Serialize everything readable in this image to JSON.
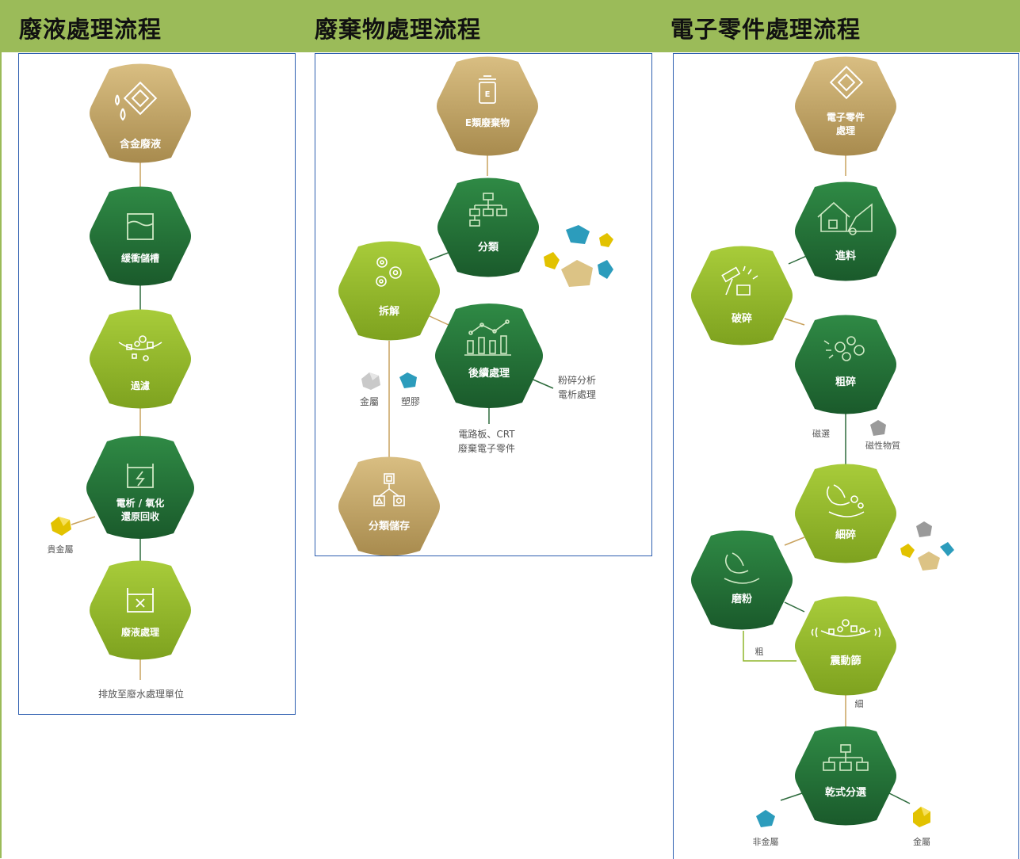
{
  "headers": [
    "廢液處理流程",
    "廢棄物處理流程",
    "電子零件處理流程"
  ],
  "liquid": {
    "nodes": [
      "含金廢液",
      "緩衝儲槽",
      "過濾",
      "電析 / 氧化",
      "還原回收",
      "廢液處理"
    ],
    "precious_metal": "貴金屬",
    "discharge": "排放至廢水處理單位"
  },
  "waste": {
    "nodes": [
      "E類廢棄物",
      "分類",
      "拆解",
      "後續處理",
      "分類儲存"
    ],
    "metal": "金屬",
    "plastic": "塑膠",
    "post_note_1": "粉碎分析",
    "post_note_2": "電析處理",
    "pcb_note_1": "電路板、CRT",
    "pcb_note_2": "廢棄電子零件",
    "bin_icon_letter": "E"
  },
  "electronic": {
    "top_node_1": "電子零件",
    "top_node_2": "處理",
    "nodes": [
      "進料",
      "破碎",
      "粗碎",
      "細碎",
      "磨粉",
      "震動篩",
      "乾式分選"
    ],
    "magnetic_sep": "磁選",
    "magnetic_material": "磁性物質",
    "coarse": "粗",
    "fine": "細",
    "nonmetal": "非金屬",
    "metal": "金屬"
  },
  "colors": {
    "gold": "#b99b5c",
    "dark_green": "#226b35",
    "light_green": "#8fb52b",
    "header": "#9bbb59",
    "panel_border": "#2e5fb0"
  }
}
